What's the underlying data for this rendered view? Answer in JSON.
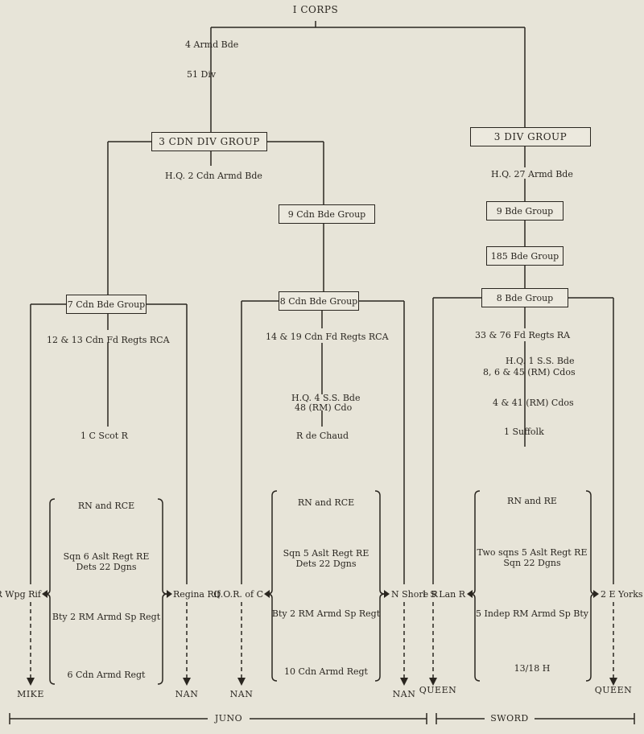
{
  "top": {
    "corps": "I CORPS",
    "armd_bde": "4 Armd Bde",
    "div51": "51 Div"
  },
  "canadian": {
    "group": "3 CDN DIV GROUP",
    "hq": "H.Q. 2 Cdn Armd Bde",
    "bde9": "9 Cdn Bde Group",
    "bde7": {
      "group": "7 Cdn Bde Group",
      "artillery": "12 & 13 Cdn Fd Regts RCA",
      "reserve": "1 C Scot R",
      "left_unit": "R Wpg Rif",
      "right_unit": "Regina Rif",
      "support": [
        "RN and RCE",
        "Sqn 6 Aslt Regt RE",
        "Dets 22 Dgns",
        "Bty 2 RM Armd Sp Regt",
        "6 Cdn Armd Regt"
      ]
    },
    "bde8": {
      "group": "8 Cdn Bde Group",
      "artillery": "14 & 19 Cdn Fd Regts RCA",
      "hq": "H.Q. 4 S.S. Bde",
      "cdo": "48 (RM) Cdo",
      "reserve": "R de Chaud",
      "left_unit": "Q.O.R. of C",
      "right_unit": "N Shore R",
      "support": [
        "RN and RCE",
        "Sqn 5 Aslt Regt RE",
        "Dets 22 Dgns",
        "Bty 2 RM Armd Sp Regt",
        "10 Cdn Armd Regt"
      ]
    }
  },
  "british": {
    "group": "3 DIV GROUP",
    "hq": "H.Q. 27 Armd Bde",
    "bde9": "9 Bde Group",
    "bde185": "185 Bde Group",
    "bde8": {
      "group": "8 Bde Group",
      "artillery": "33 & 76 Fd Regts RA",
      "hq": "H.Q. 1 S.S. Bde",
      "cdos1": "8, 6 & 45 (RM) Cdos",
      "cdos2": "4 & 41 (RM) Cdos",
      "reserve": "1 Suffolk",
      "left_unit": "1 S Lan R",
      "right_unit": "2 E Yorks",
      "support": [
        "RN and RE",
        "Two sqns 5 Aslt Regt RE",
        "Sqn 22 Dgns",
        "5 Indep RM Armd Sp Bty",
        "13/18 H"
      ]
    }
  },
  "beaches": {
    "mike": "MIKE",
    "nan1": "NAN",
    "nan2": "NAN",
    "nan3": "NAN",
    "queen1": "QUEEN",
    "queen2": "QUEEN"
  },
  "sectors": {
    "juno": "JUNO",
    "sword": "SWORD"
  }
}
